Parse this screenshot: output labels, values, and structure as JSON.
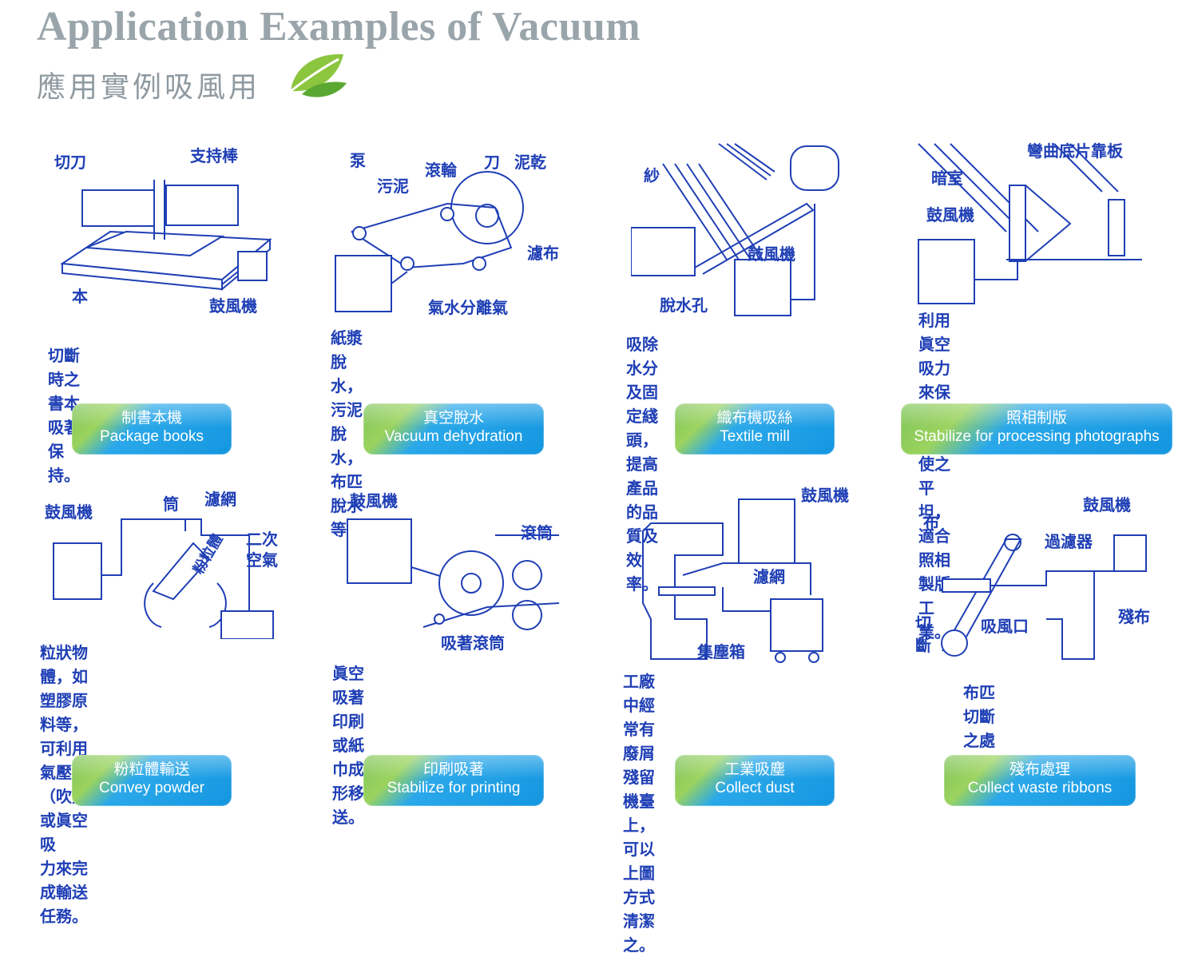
{
  "header": {
    "title_en": "Application Examples of Vacuum",
    "title_zh": "應用實例吸風用"
  },
  "colors": {
    "title": "#9aa5ab",
    "ink": "#1f3fb5",
    "badge_blue": "#1496e0",
    "badge_green": "#8ccb58"
  },
  "cards": [
    {
      "labels": [
        "切刀",
        "支持棒",
        "本",
        "鼓風機"
      ],
      "description": "切斷時之書本吸著保持。",
      "badge_zh": "制書本機",
      "badge_en": "Package books"
    },
    {
      "labels": [
        "泵",
        "污泥",
        "滾輪",
        "刀",
        "泥乾",
        "濾布",
        "氣水分離氣"
      ],
      "description": "紙漿脫水，污泥脫水，布匹\n脫水等。",
      "badge_zh": "真空脫水",
      "badge_en": "Vacuum dehydration"
    },
    {
      "labels": [
        "紗",
        "鼓風機",
        "脫水孔"
      ],
      "description": "吸除水分及固定綫頭，提高\n產品的品質及效率。",
      "badge_zh": "織布機吸絲",
      "badge_en": "Textile mill"
    },
    {
      "labels": [
        "彎曲底片靠板",
        "暗室",
        "鼓風機"
      ],
      "description": "利用眞空吸力來保持底片，\n使之平坦，適合照相製版\n工業。",
      "badge_zh": "照相制版",
      "badge_en": "Stabilize for processing photographs"
    },
    {
      "labels": [
        "鼓風機",
        "筒",
        "濾網",
        "二次",
        "空氣",
        "粉粒體"
      ],
      "description": "粒狀物體，如塑膠原料等，\n可利用氣壓（吹）或眞空吸\n力來完成輸送任務。",
      "badge_zh": "粉粒體輸送",
      "badge_en": "Convey powder"
    },
    {
      "labels": [
        "鼓風機",
        "滾筒",
        "吸著滾筒"
      ],
      "description": "眞空吸著印刷或紙巾成形移\n送。",
      "badge_zh": "印刷吸著",
      "badge_en": "Stabilize for printing"
    },
    {
      "labels": [
        "鼓風機",
        "濾網",
        "集塵箱"
      ],
      "description": "工廠中經常有廢屑殘留機臺\n上，可以上圖方式清潔之。",
      "badge_zh": "工業吸塵",
      "badge_en": "Collect dust"
    },
    {
      "labels": [
        "鼓風機",
        "布",
        "過濾器",
        "殘布",
        "切",
        "斷",
        "吸風口"
      ],
      "description": "布匹切斷之處理。",
      "badge_zh": "殘布處理",
      "badge_en": "Collect waste ribbons"
    }
  ]
}
